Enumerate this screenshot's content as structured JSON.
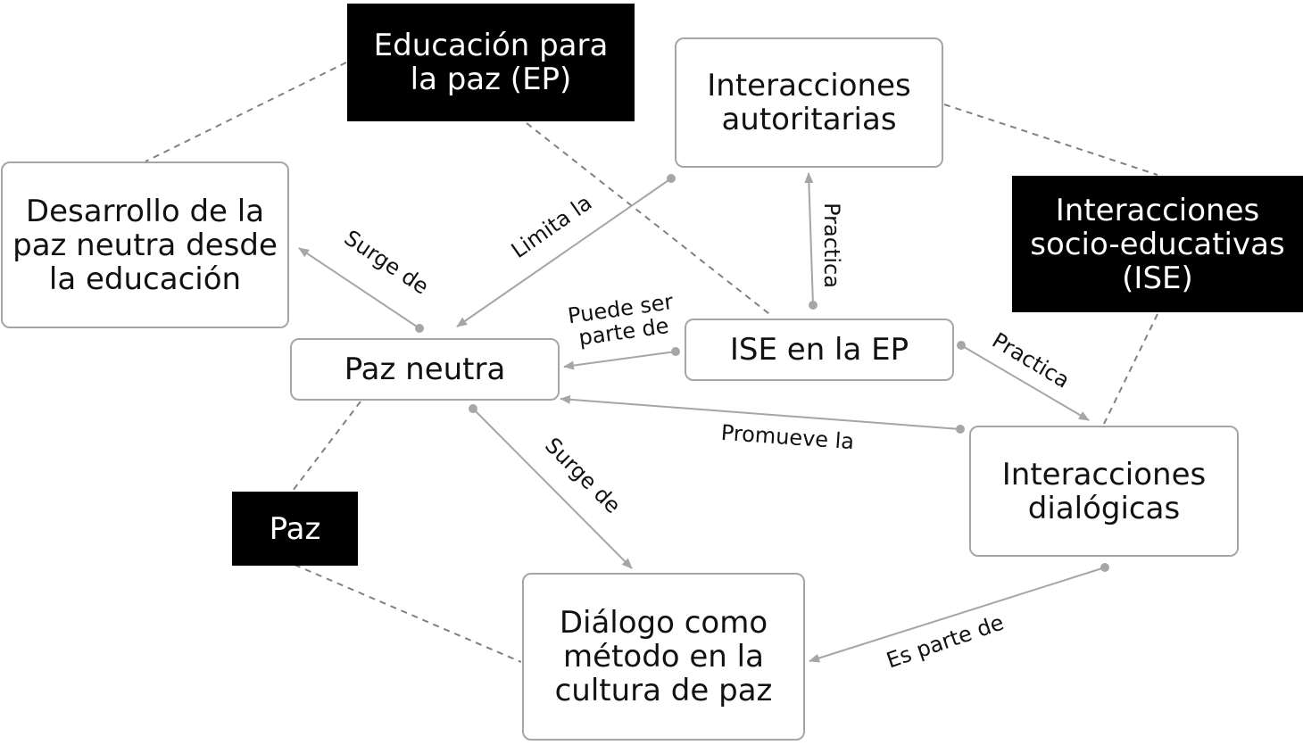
{
  "nodes": {
    "educacion_para_la_paz": "Educación para\nla paz (EP)",
    "interacciones_autoritarias": "Interacciones\nautoritarias",
    "interacciones_socio_educativas": "Interacciones\nsocio-educativas\n(ISE)",
    "desarrollo_paz_neutra": "Desarrollo de la\npaz neutra desde\nla educación",
    "paz_neutra": "Paz neutra",
    "ise_en_la_ep": "ISE en la EP",
    "interacciones_dialogicas": "Interacciones\ndialógicas",
    "paz": "Paz",
    "dialogo_como_metodo": "Diálogo como\nmétodo en la\ncultura de paz"
  },
  "edge_labels": {
    "surge_de_1": "Surge de",
    "limita_la": "Limita la",
    "practica_1": "Practica",
    "puede_ser_parte_de": "Puede ser\nparte de",
    "practica_2": "Practica",
    "promueve_la": "Promueve la",
    "surge_de_2": "Surge de",
    "es_parte_de": "Es parte de"
  },
  "colors": {
    "arrow": "#a6a6a6",
    "dashed": "#808080",
    "dark_fill": "#000000",
    "light_border": "#a6a6a6"
  }
}
